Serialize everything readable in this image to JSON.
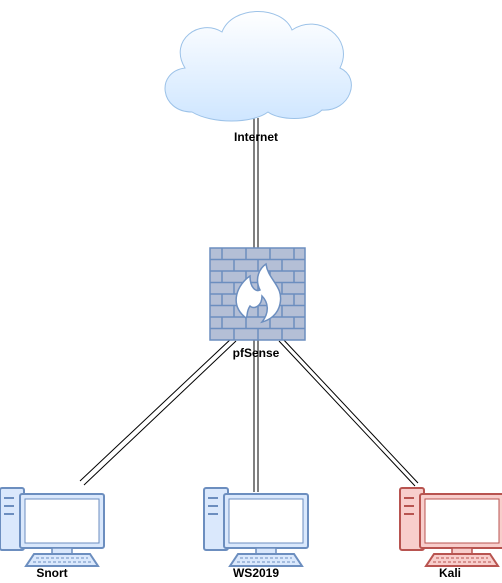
{
  "nodes": {
    "internet": {
      "label": "Internet",
      "icon": "cloud-icon",
      "fill": "#cfe6ff",
      "stroke": "#9cc2e8"
    },
    "firewall": {
      "label": "pfSense",
      "icon": "firewall-icon",
      "fill": "#b4bfd6",
      "stroke": "#6c8ebf"
    },
    "snort": {
      "label": "Snort",
      "icon": "desktop-computer-icon",
      "fill": "#dae8fc",
      "stroke": "#6c8ebf"
    },
    "ws2019": {
      "label": "WS2019",
      "icon": "desktop-computer-icon",
      "fill": "#dae8fc",
      "stroke": "#6c8ebf"
    },
    "kali": {
      "label": "Kali",
      "icon": "desktop-computer-icon",
      "fill": "#f8cecc",
      "stroke": "#b85450"
    }
  },
  "links": [
    {
      "from": "internet",
      "to": "firewall"
    },
    {
      "from": "firewall",
      "to": "snort"
    },
    {
      "from": "firewall",
      "to": "ws2019"
    },
    {
      "from": "firewall",
      "to": "kali"
    }
  ]
}
